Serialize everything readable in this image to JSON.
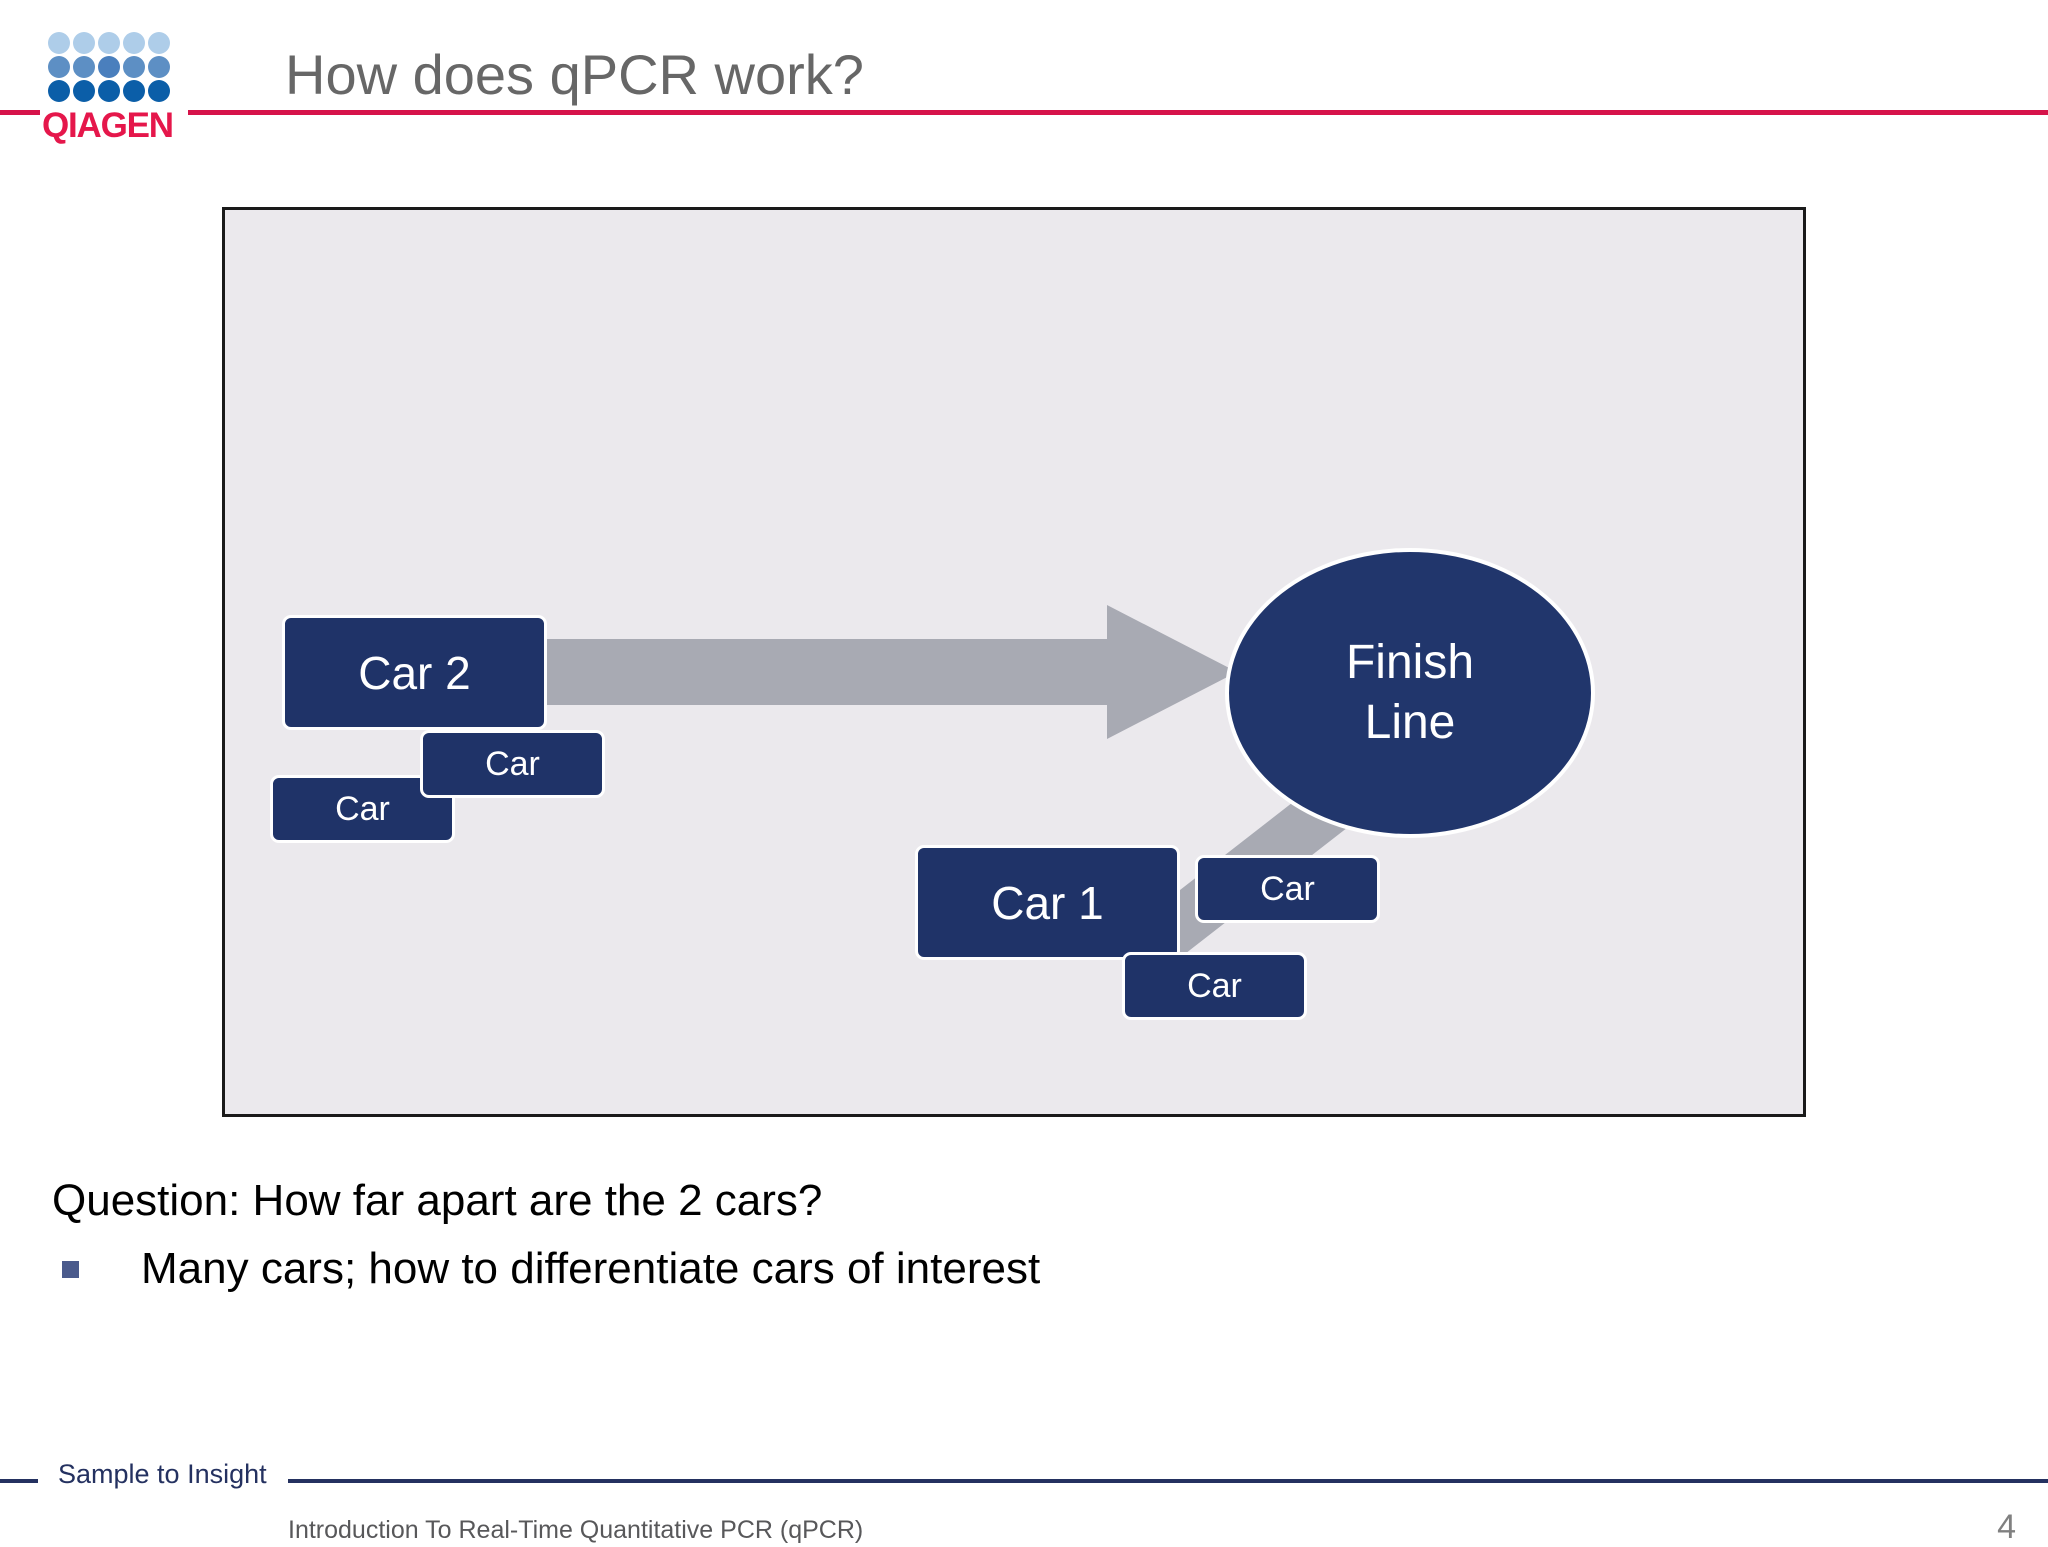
{
  "header": {
    "title": "How does qPCR work?",
    "logo_wordmark": "QIAGEN",
    "brand_red": "#d6134a",
    "logo_dot_colors": [
      [
        "#aecde9",
        "#aecde9",
        "#aecde9",
        "#aecde9",
        "#aecde9"
      ],
      [
        "#5d8fc4",
        "#5d8fc4",
        "#4a7fbd",
        "#5d8fc4",
        "#5d8fc4"
      ],
      [
        "#0b5ea8",
        "#0b5ea8",
        "#0b5ea8",
        "#0b5ea8",
        "#0b5ea8"
      ]
    ]
  },
  "diagram": {
    "background": "#ebe9ed",
    "border_color": "#1a1a1a",
    "navy": "#1f3368",
    "arrow_gray": "#a8aab3",
    "finish_line": {
      "line1": "Finish",
      "line2": "Line"
    },
    "boxes": {
      "car2": "Car 2",
      "car1": "Car 1",
      "small_1": "Car",
      "small_2": "Car",
      "small_3": "Car",
      "small_4": "Car"
    }
  },
  "body": {
    "question": "Question: How far apart are the 2 cars?",
    "bullet": "Many cars; how to differentiate cars of interest",
    "bullet_color": "#4a5a8c"
  },
  "footer": {
    "tagline": "Sample to Insight",
    "subtitle": "Introduction To Real-Time Quantitative PCR (qPCR)",
    "page_number": "4",
    "rule_color": "#243160"
  }
}
